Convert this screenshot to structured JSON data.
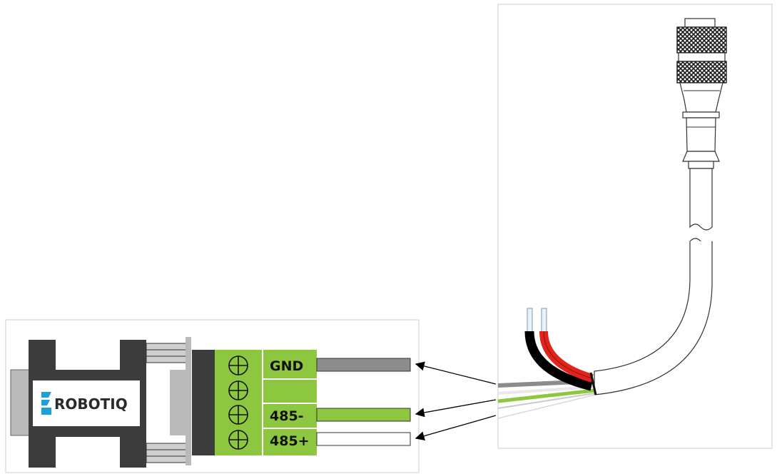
{
  "adapter": {
    "brand": "ROBOTIQ",
    "terminals": [
      {
        "label": "GND",
        "wire_color": "#8c8c8e"
      },
      {
        "label": "",
        "wire_color": ""
      },
      {
        "label": "485-",
        "wire_color": "#8dc63f"
      },
      {
        "label": "485+",
        "wire_color": "#ffffff"
      }
    ]
  },
  "cable": {
    "inner_wire_colors": [
      "#000000",
      "#e2231a"
    ]
  },
  "colors": {
    "terminal_block": "#8dc63f",
    "connector_body": "#3c3c3c",
    "logo_blue": "#1ba0d8",
    "text": "#111111"
  }
}
